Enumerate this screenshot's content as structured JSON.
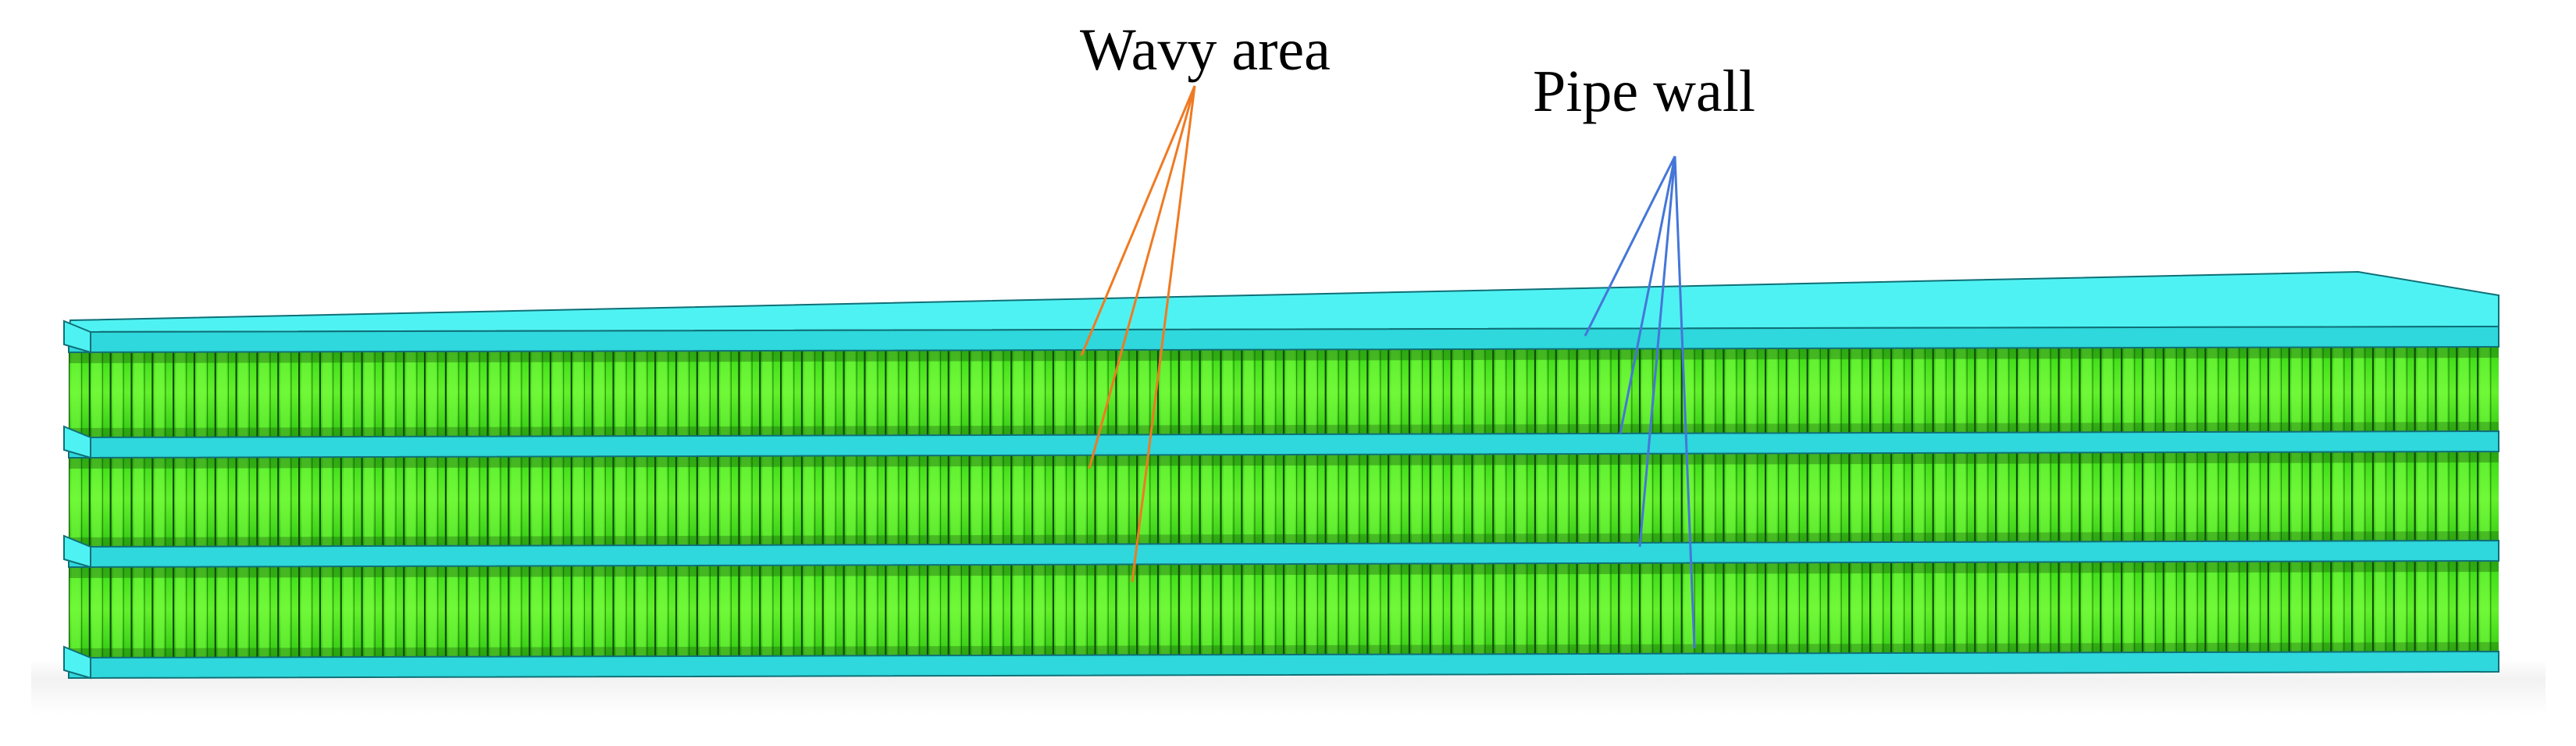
{
  "labels": {
    "wavy_area": "Wavy area",
    "pipe_wall": "Pipe wall"
  },
  "colors": {
    "plate_top": "#4FF2F2",
    "plate_front": "#2ED8DC",
    "plate_edge": "#0F6F77",
    "fin_base": "#3FE51F",
    "fin_highlight": "#7CFF44",
    "fin_line": "#124C07",
    "wavy_leader": "#F07A22",
    "pipe_leader": "#4576D8"
  },
  "structure": {
    "plates": 4,
    "fin_layers": 3,
    "fins_per_layer": 116
  }
}
